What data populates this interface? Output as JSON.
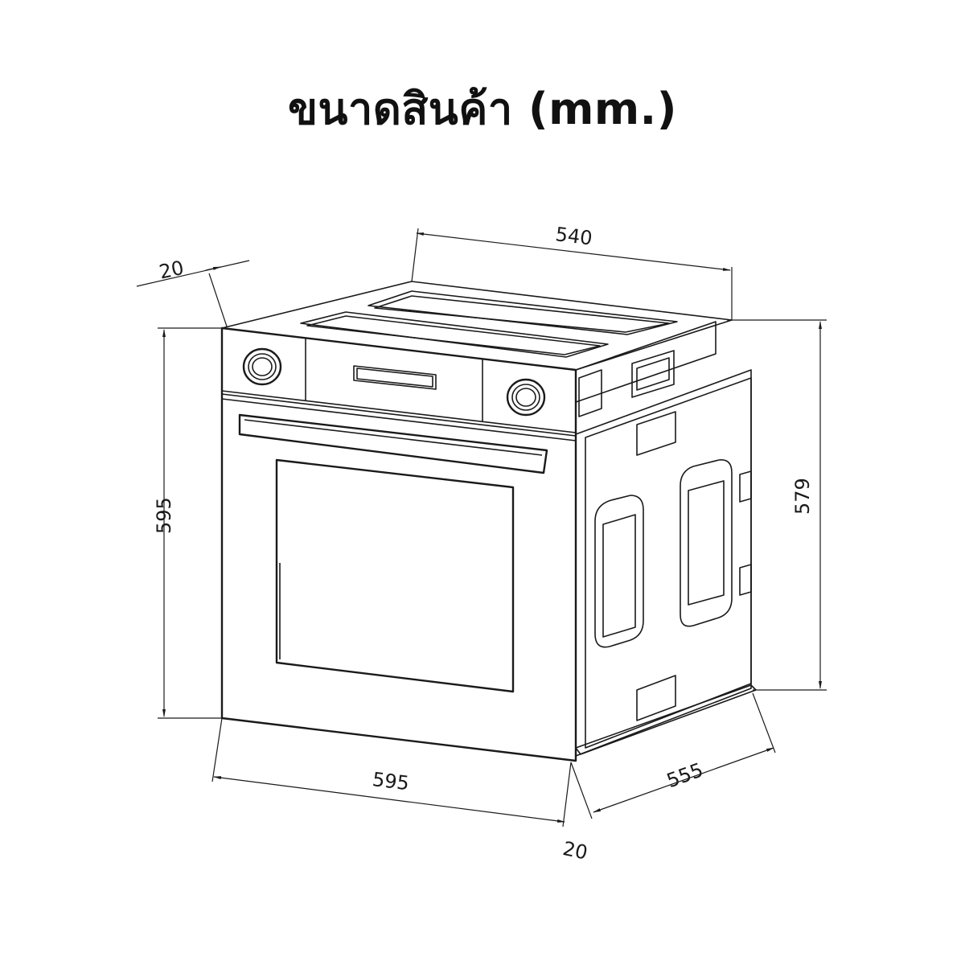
{
  "title": "ขนาดสินค้า (mm.)",
  "dimensions": {
    "depth_top": "540",
    "front_depth_top": "20",
    "height_left": "595",
    "height_right": "579",
    "width_bottom": "595",
    "depth_bottom": "555",
    "front_depth_bottom": "20"
  },
  "colors": {
    "line": "#1a1a1a",
    "background": "#ffffff"
  }
}
